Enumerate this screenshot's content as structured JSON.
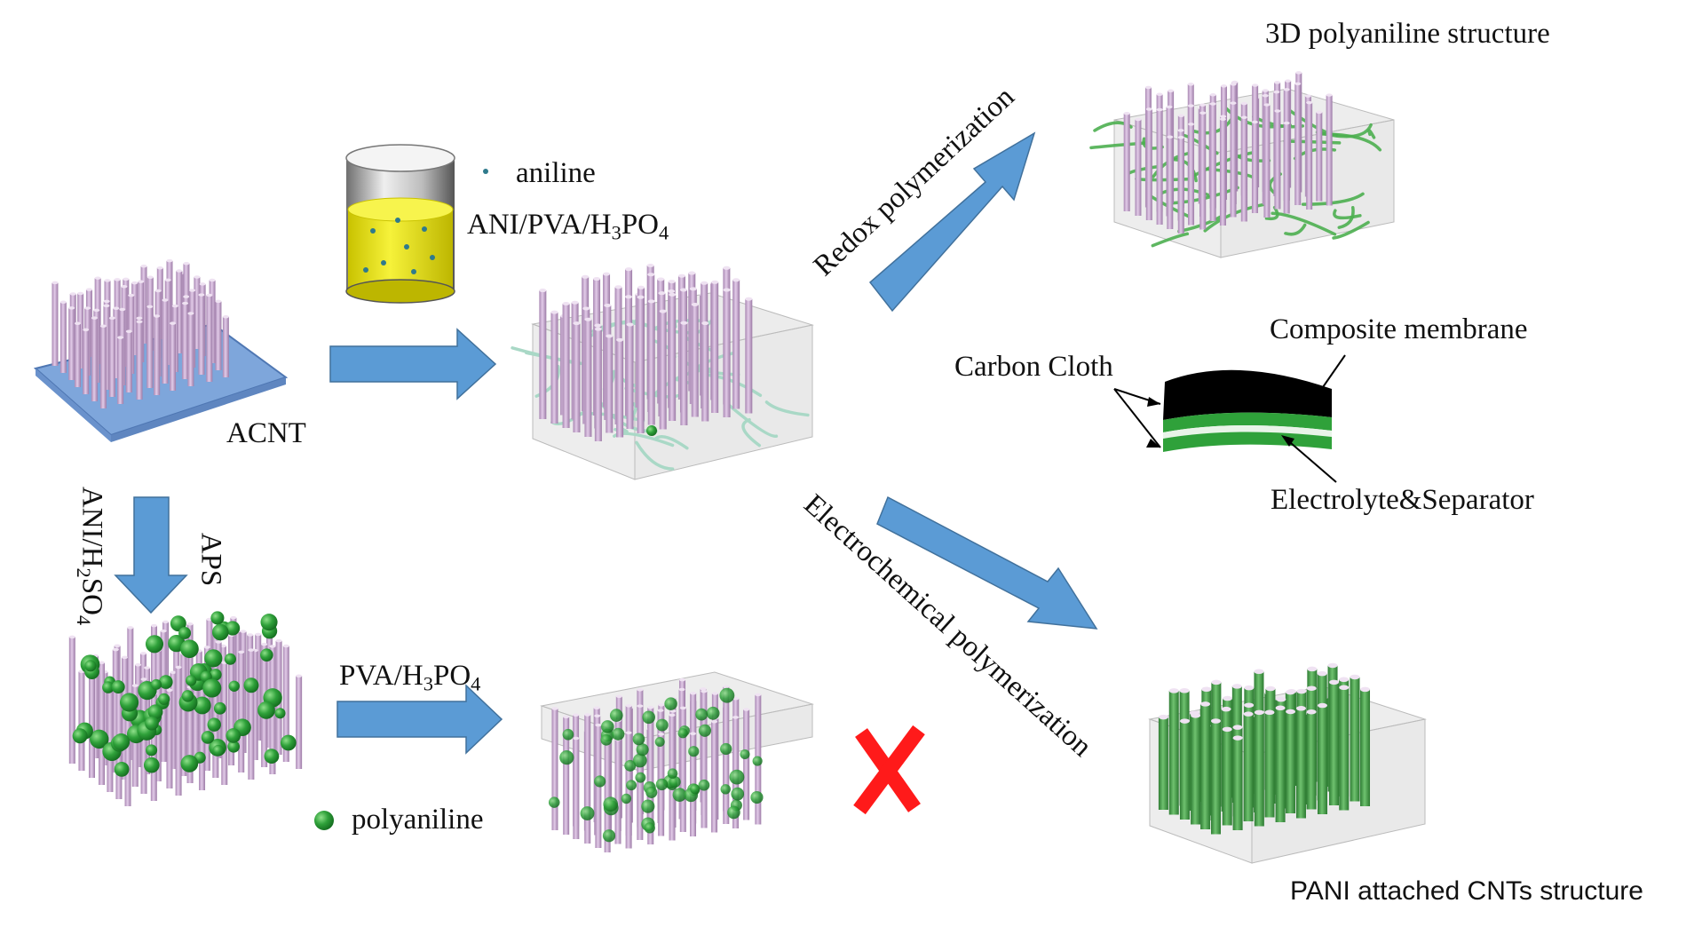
{
  "title_3d": "3D polyaniline structure",
  "title_pani": "PANI attached CNTs structure",
  "label_aniline": "aniline",
  "label_ani_pva": {
    "main": "ANI/PVA/H",
    "sub1": "3",
    "mid": "PO",
    "sub2": "4"
  },
  "label_acnt": "ACNT",
  "label_redox": "Redox polymerization",
  "label_electro": "Electrochemical polymerization",
  "label_composite": "Composite membrane",
  "label_carbon": "Carbon Cloth",
  "label_electrolyte": "Electrolyte&Separator",
  "label_ani_h2so4": {
    "main": "ANI/H",
    "sub1": "2",
    "mid": "SO",
    "sub2": "4"
  },
  "label_aps": "APS",
  "label_pva": {
    "main": "PVA/H",
    "sub1": "3",
    "mid": "PO",
    "sub2": "4"
  },
  "label_polyaniline": "polyaniline",
  "colors": {
    "arrow": "#5b9bd5",
    "cnt": "#c7a8cf",
    "pani_green": "#2f9e3f",
    "fiber": "#a9d8c6",
    "solution": "#f2ee1e",
    "substrate": "#7ea6db",
    "cross": "#ff1a1a"
  }
}
